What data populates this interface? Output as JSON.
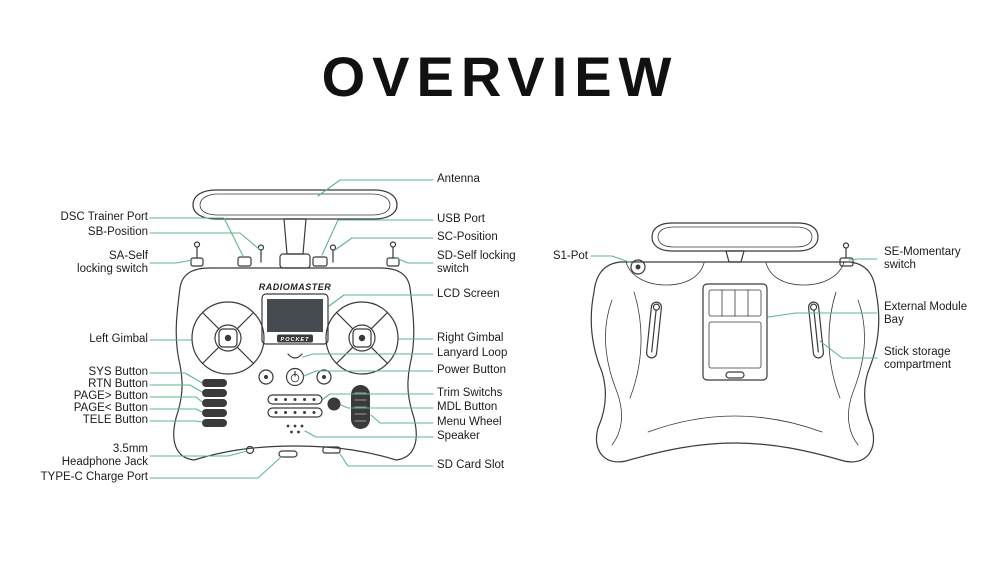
{
  "title": "OVERVIEW",
  "colors": {
    "leader_line": "#5cb68d",
    "ink": "#3a3a3a"
  },
  "front": {
    "brand": "RADIOMASTER",
    "model": "POCKET",
    "left_labels": [
      {
        "text": "DSC Trainer Port"
      },
      {
        "text": "SB-Position"
      },
      {
        "text": "SA-Self\nlocking switch"
      },
      {
        "text": "Left Gimbal"
      },
      {
        "text": "SYS Button"
      },
      {
        "text": "RTN Button"
      },
      {
        "text": "PAGE> Button"
      },
      {
        "text": "PAGE< Button"
      },
      {
        "text": "TELE Button"
      },
      {
        "text": "3.5mm\nHeadphone Jack"
      },
      {
        "text": "TYPE-C Charge Port"
      }
    ],
    "right_labels": [
      {
        "text": "Antenna"
      },
      {
        "text": "USB Port"
      },
      {
        "text": "SC-Position"
      },
      {
        "text": "SD-Self locking\nswitch"
      },
      {
        "text": "LCD Screen"
      },
      {
        "text": "Right Gimbal"
      },
      {
        "text": "Lanyard Loop"
      },
      {
        "text": "Power Button"
      },
      {
        "text": "Trim Switchs"
      },
      {
        "text": "MDL Button"
      },
      {
        "text": "Menu Wheel"
      },
      {
        "text": "Speaker"
      },
      {
        "text": "SD Card Slot"
      }
    ]
  },
  "back": {
    "left_labels": [
      {
        "text": "S1-Pot"
      }
    ],
    "right_labels": [
      {
        "text": "SE-Momentary\nswitch"
      },
      {
        "text": "External Module\nBay"
      },
      {
        "text": "Stick storage\ncompartment"
      }
    ]
  }
}
